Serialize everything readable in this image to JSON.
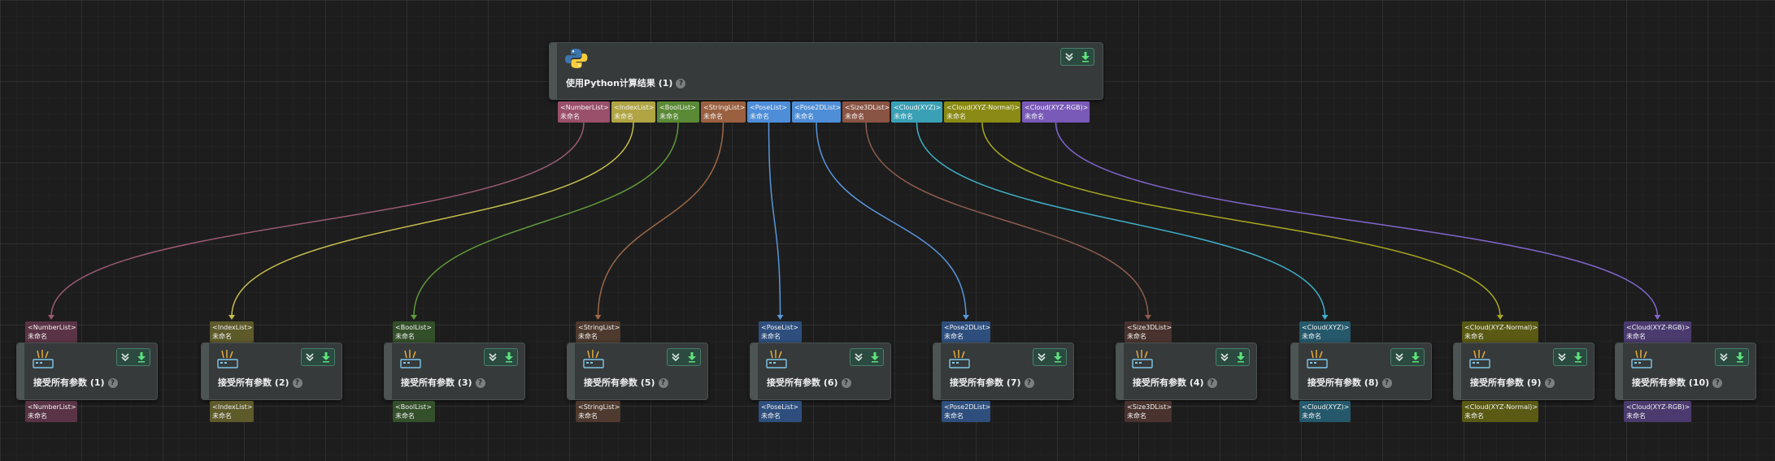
{
  "main_node": {
    "title": "使用Python计算结果 (1)",
    "outputs": [
      {
        "type": "<NumberList>",
        "name": "未命名",
        "color": "#9a506a"
      },
      {
        "type": "<IndexList>",
        "name": "未命名",
        "color": "#b0a443"
      },
      {
        "type": "<BoolList>",
        "name": "未命名",
        "color": "#5a8a36"
      },
      {
        "type": "<StringList>",
        "name": "未命名",
        "color": "#9a6040"
      },
      {
        "type": "<PoseList>",
        "name": "未命名",
        "color": "#4e8ed8"
      },
      {
        "type": "<Pose2DList>",
        "name": "未命名",
        "color": "#4e8ed8"
      },
      {
        "type": "<Size3DList>",
        "name": "未命名",
        "color": "#8a5444"
      },
      {
        "type": "<Cloud(XYZ)>",
        "name": "未命名",
        "color": "#3aa0b6"
      },
      {
        "type": "<Cloud(XYZ-Normal)>",
        "name": "未命名",
        "color": "#8a8a14"
      },
      {
        "type": "<Cloud(XYZ-RGB)>",
        "name": "未命名",
        "color": "#7a5ab8"
      }
    ]
  },
  "child_nodes": [
    {
      "title": "接受所有参数 (1)",
      "port_type": "<NumberList>",
      "port_name": "未命名",
      "port_color": "#5a3446",
      "wire_color": "#9a5a74"
    },
    {
      "title": "接受所有参数 (2)",
      "port_type": "<IndexList>",
      "port_name": "未命名",
      "port_color": "#5e5a2a",
      "wire_color": "#c6bd4e"
    },
    {
      "title": "接受所有参数 (3)",
      "port_type": "<BoolList>",
      "port_name": "未命名",
      "port_color": "#33502a",
      "wire_color": "#5f9a3a"
    },
    {
      "title": "接受所有参数 (5)",
      "port_type": "<StringList>",
      "port_name": "未命名",
      "port_color": "#4e3a2e",
      "wire_color": "#9c6848"
    },
    {
      "title": "接受所有参数 (6)",
      "port_type": "<PoseList>",
      "port_name": "未命名",
      "port_color": "#2e4f7e",
      "wire_color": "#5896dc"
    },
    {
      "title": "接受所有参数 (7)",
      "port_type": "<Pose2DList>",
      "port_name": "未命名",
      "port_color": "#2e4f7e",
      "wire_color": "#5896dc"
    },
    {
      "title": "接受所有参数 (4)",
      "port_type": "<Size3DList>",
      "port_name": "未命名",
      "port_color": "#4a332e",
      "wire_color": "#8e5c4e"
    },
    {
      "title": "接受所有参数 (8)",
      "port_type": "<Cloud(XYZ)>",
      "port_name": "未命名",
      "port_color": "#24586a",
      "wire_color": "#3fb0c8"
    },
    {
      "title": "接受所有参数 (9)",
      "port_type": "<Cloud(XYZ-Normal)>",
      "port_name": "未命名",
      "port_color": "#5a5a14",
      "wire_color": "#a8a820"
    },
    {
      "title": "接受所有参数 (10)",
      "port_type": "<Cloud(XYZ-RGB)>",
      "port_name": "未命名",
      "port_color": "#4a3a6e",
      "wire_color": "#8066cc"
    }
  ],
  "icons": {
    "main": "python-logo-icon",
    "child": "receive-parameters-icon",
    "collapse": "collapse-chevrons-icon",
    "run": "download-arrow-icon",
    "help": "help-icon"
  }
}
